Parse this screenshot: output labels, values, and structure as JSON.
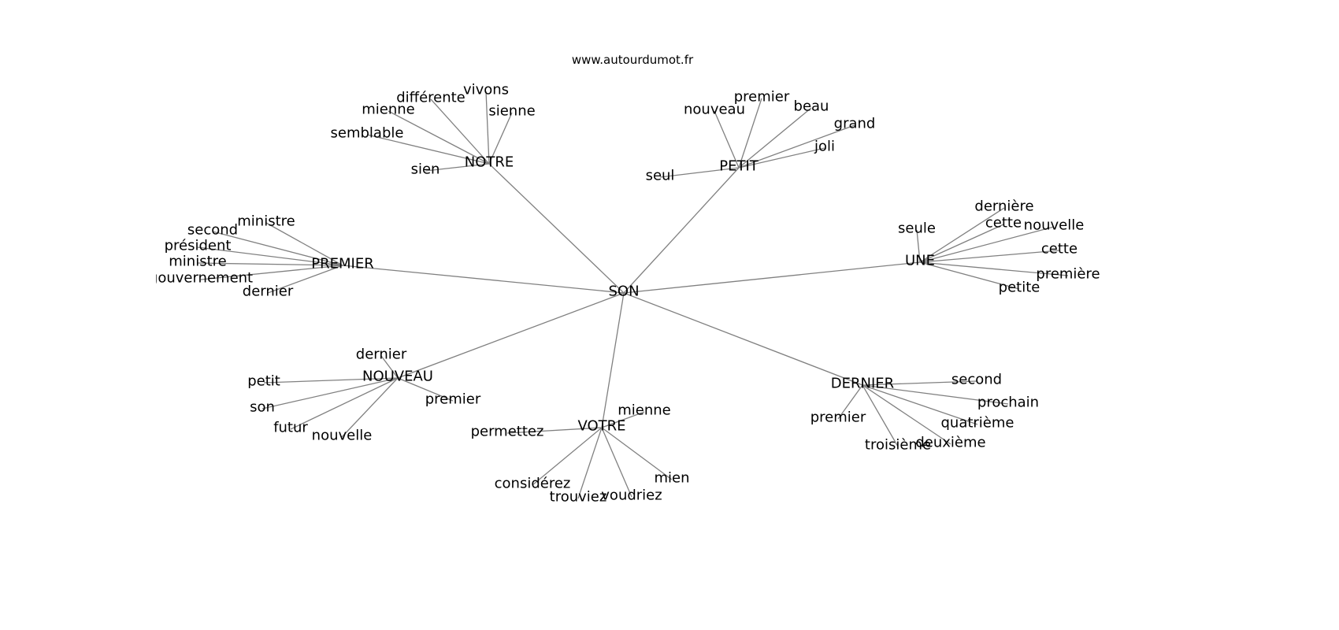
{
  "title": "www.autourdumot.fr",
  "hub": "SON",
  "clusters": [
    {
      "label": "NOTRE",
      "children": [
        "vivons",
        "différente",
        "mienne",
        "semblable",
        "sienne",
        "sien"
      ]
    },
    {
      "label": "PETIT",
      "children": [
        "nouveau",
        "premier",
        "beau",
        "grand",
        "joli",
        "seul"
      ]
    },
    {
      "label": "UNE",
      "children": [
        "seule",
        "dernière",
        "cette",
        "nouvelle",
        "cette",
        "première",
        "petite"
      ]
    },
    {
      "label": "PREMIER",
      "children": [
        "ministre",
        "second",
        "président",
        "ministre",
        "gouvernement",
        "dernier"
      ]
    },
    {
      "label": "NOUVEAU",
      "children": [
        "dernier",
        "petit",
        "son",
        "futur",
        "nouvelle",
        "premier"
      ]
    },
    {
      "label": "VOTRE",
      "children": [
        "mienne",
        "permettez",
        "considérez",
        "trouviez",
        "voudriez",
        "mien"
      ]
    },
    {
      "label": "DERNIER",
      "children": [
        "second",
        "prochain",
        "quatrième",
        "deuxième",
        "troisième",
        "premier"
      ]
    }
  ],
  "colors": {
    "edge": "#808080",
    "text": "#000000"
  }
}
